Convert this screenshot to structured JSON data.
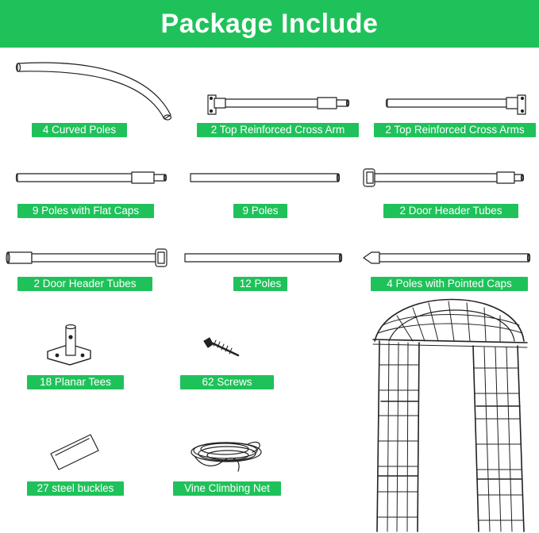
{
  "title": "Package Include",
  "colors": {
    "accent": "#1fc25a",
    "line": "#222222"
  },
  "items": [
    {
      "label": "4 Curved Poles",
      "icon": "curved-pole-icon"
    },
    {
      "label": "2 Top Reinforced Cross Arm",
      "icon": "cross-arm-left-icon"
    },
    {
      "label": "2 Top Reinforced Cross Arms",
      "icon": "cross-arm-right-icon"
    },
    {
      "label": "9 Poles with Flat Caps",
      "icon": "flat-cap-pole-icon"
    },
    {
      "label": "9 Poles",
      "icon": "pole-icon"
    },
    {
      "label": "2 Door Header Tubes",
      "icon": "door-header-tube-icon"
    },
    {
      "label": "2 Door Header Tubes",
      "icon": "door-header-tube-alt-icon"
    },
    {
      "label": "12 Poles",
      "icon": "pole-short-icon"
    },
    {
      "label": "4 Poles with Pointed Caps",
      "icon": "pointed-cap-pole-icon"
    },
    {
      "label": "18 Planar Tees",
      "icon": "planar-tee-icon"
    },
    {
      "label": "62 Screws",
      "icon": "screw-icon"
    },
    {
      "label": "27 steel buckles",
      "icon": "steel-buckle-icon"
    },
    {
      "label": "Vine Climbing Net",
      "icon": "climbing-net-icon"
    }
  ],
  "product": {
    "icon": "garden-arch-icon"
  }
}
